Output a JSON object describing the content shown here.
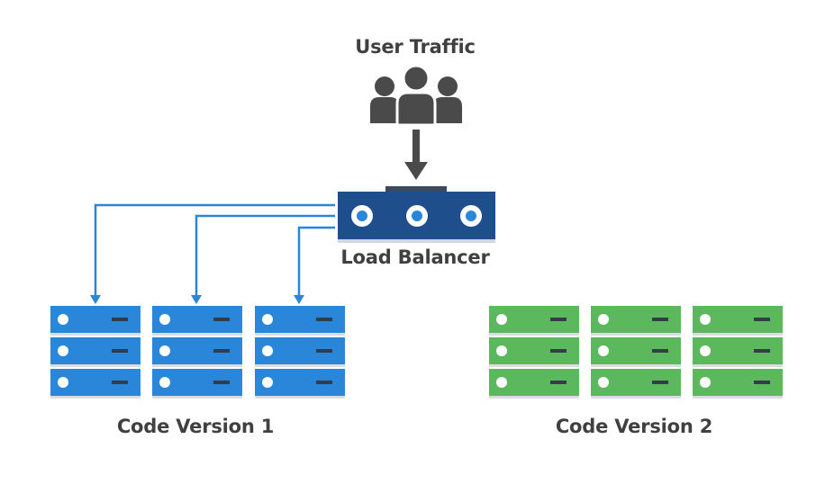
{
  "labels": {
    "user_traffic": "User Traffic",
    "load_balancer": "Load Balancer",
    "code_version_1": "Code Version 1",
    "code_version_2": "Code Version 2"
  },
  "icons": {
    "users": "users-icon",
    "arrow": "arrow-down-icon",
    "load_balancer": "load-balancer-icon",
    "server": "server-rack-icon"
  },
  "colors": {
    "text": "#404040",
    "users_icon": "#4a4a4a",
    "load_balancer_body": "#1f4e8c",
    "blue_server": "#2a86d9",
    "blue_server_dark": "#1b6cb8",
    "green_server": "#5cb85c",
    "green_server_dark": "#48a348",
    "connector": "#2a86d9"
  },
  "groups": {
    "version_1_servers": 3,
    "version_2_servers": 3
  }
}
